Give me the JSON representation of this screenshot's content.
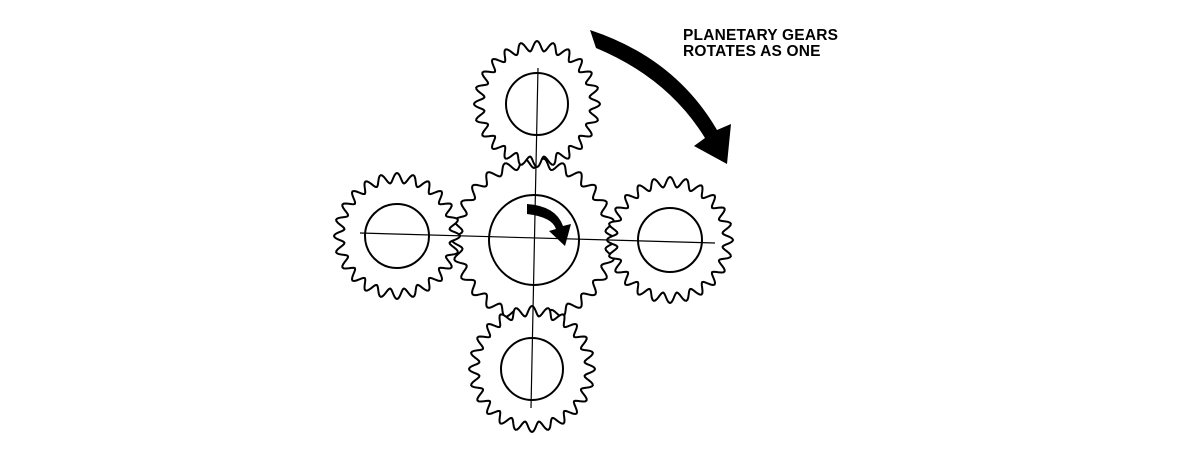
{
  "caption": {
    "line1": "PLANETARY GEARS",
    "line2": "ROTATES AS ONE"
  },
  "colors": {
    "ink": "#000000",
    "paper": "#ffffff"
  },
  "gears": [
    {
      "name": "sun-gear",
      "teeth": 26
    },
    {
      "name": "planet-gear-top",
      "teeth": 24
    },
    {
      "name": "planet-gear-left",
      "teeth": 24
    },
    {
      "name": "planet-gear-right",
      "teeth": 24
    },
    {
      "name": "planet-gear-bottom",
      "teeth": 24
    }
  ]
}
